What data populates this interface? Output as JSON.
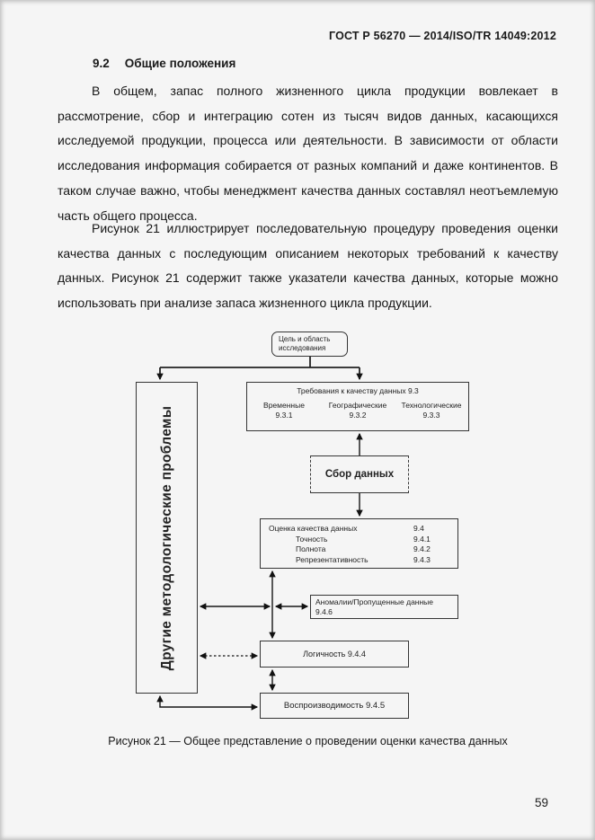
{
  "page": {
    "header": "ГОСТ Р 56270 — 2014/ISO/TR 14049:2012",
    "section_number": "9.2",
    "section_title": "Общие положения",
    "paragraph1": "В общем, запас полного жизненного цикла продукции вовлекает в рассмотрение, сбор и интеграцию сотен из тысяч видов данных, касающихся исследуемой продукции, процесса или деятельности. В зависимости от области исследования информация собирается от разных компаний и даже континентов. В таком случае важно, чтобы менеджмент качества данных составлял неотъемлемую часть общего процесса.",
    "paragraph2": "Рисунок 21 иллюстрирует последовательную процедуру проведения оценки качества данных с последующим описанием некоторых требований к качеству данных. Рисунок 21 содержит также указатели качества данных, которые можно использовать при анализе запаса жизненного цикла продукции.",
    "figure_caption": "Рисунок 21 — Общее представление о проведении оценки качества данных",
    "page_number": "59"
  },
  "diagram": {
    "goal_box": "Цель и область исследования",
    "other_problems_box": "Другие методологические проблемы",
    "requirements_box": {
      "title": "Требования к качеству данных 9.3",
      "columns": [
        {
          "label": "Временные",
          "ref": "9.3.1"
        },
        {
          "label": "Географические",
          "ref": "9.3.2"
        },
        {
          "label": "Технологические",
          "ref": "9.3.3"
        }
      ]
    },
    "collection_box": "Сбор данных",
    "evaluation_box": {
      "rows": [
        {
          "label": "Оценка качества данных",
          "ref": "9.4"
        },
        {
          "label": "Точность",
          "ref": "9.4.1"
        },
        {
          "label": "Полнота",
          "ref": "9.4.2"
        },
        {
          "label": "Репрезентативность",
          "ref": "9.4.3"
        }
      ]
    },
    "anomalies_box": {
      "line1": "Аномалии/Пропущенные данные",
      "line2": "9.4.6"
    },
    "logic_box": "Логичность 9.4.4",
    "reproducibility_box": "Воспроизводимость 9.4.5",
    "line_color": "#161616"
  }
}
